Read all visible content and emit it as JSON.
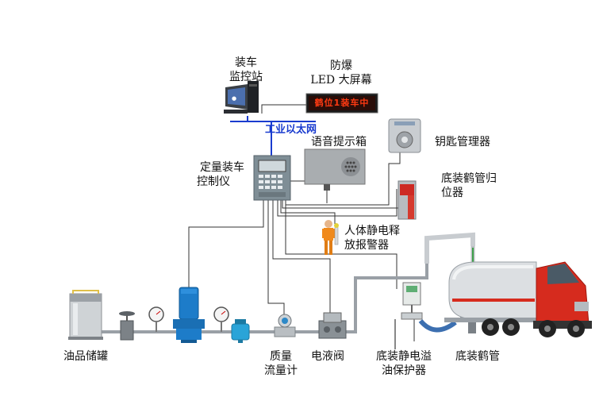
{
  "labels": {
    "monitor_station": [
      "装车",
      "监控站"
    ],
    "led_screen": [
      "防爆",
      "LED 大屏幕"
    ],
    "led_display_text": "鹤位1装车中",
    "ethernet": "工业以太网",
    "voice_box": "语音提示箱",
    "key_manager": "钥匙管理器",
    "controller": [
      "定量装车",
      "控制仪"
    ],
    "arm_return": [
      "底装鹤管归",
      "位器"
    ],
    "static_alarm": [
      "人体静电释",
      "放报警器"
    ],
    "oil_tank": "油品储罐",
    "flow_meter": [
      "质量",
      "流量计"
    ],
    "solenoid_valve": "电液阀",
    "overflow_protector": [
      "底装静电溢",
      "油保护器"
    ],
    "loading_arm": "底装鹤管"
  },
  "colors": {
    "ethernet_line": "#1a3ccf",
    "pipe": "#9aa0a6",
    "signal_wire": "#333333",
    "pump": "#1d7cc9",
    "truck_cab": "#d62b1e",
    "led_text": "#ff3a12"
  },
  "icons": [
    "computer-icon",
    "led-screen-icon",
    "controller-icon",
    "speaker-box-icon",
    "key-manager-icon",
    "arm-return-icon",
    "worker-icon",
    "tank-icon",
    "valve-icon",
    "gauge-icon",
    "pump-icon",
    "filter-icon",
    "flow-meter-icon",
    "solenoid-valve-icon",
    "overflow-protector-icon",
    "loading-arm-icon",
    "tanker-truck-icon"
  ]
}
